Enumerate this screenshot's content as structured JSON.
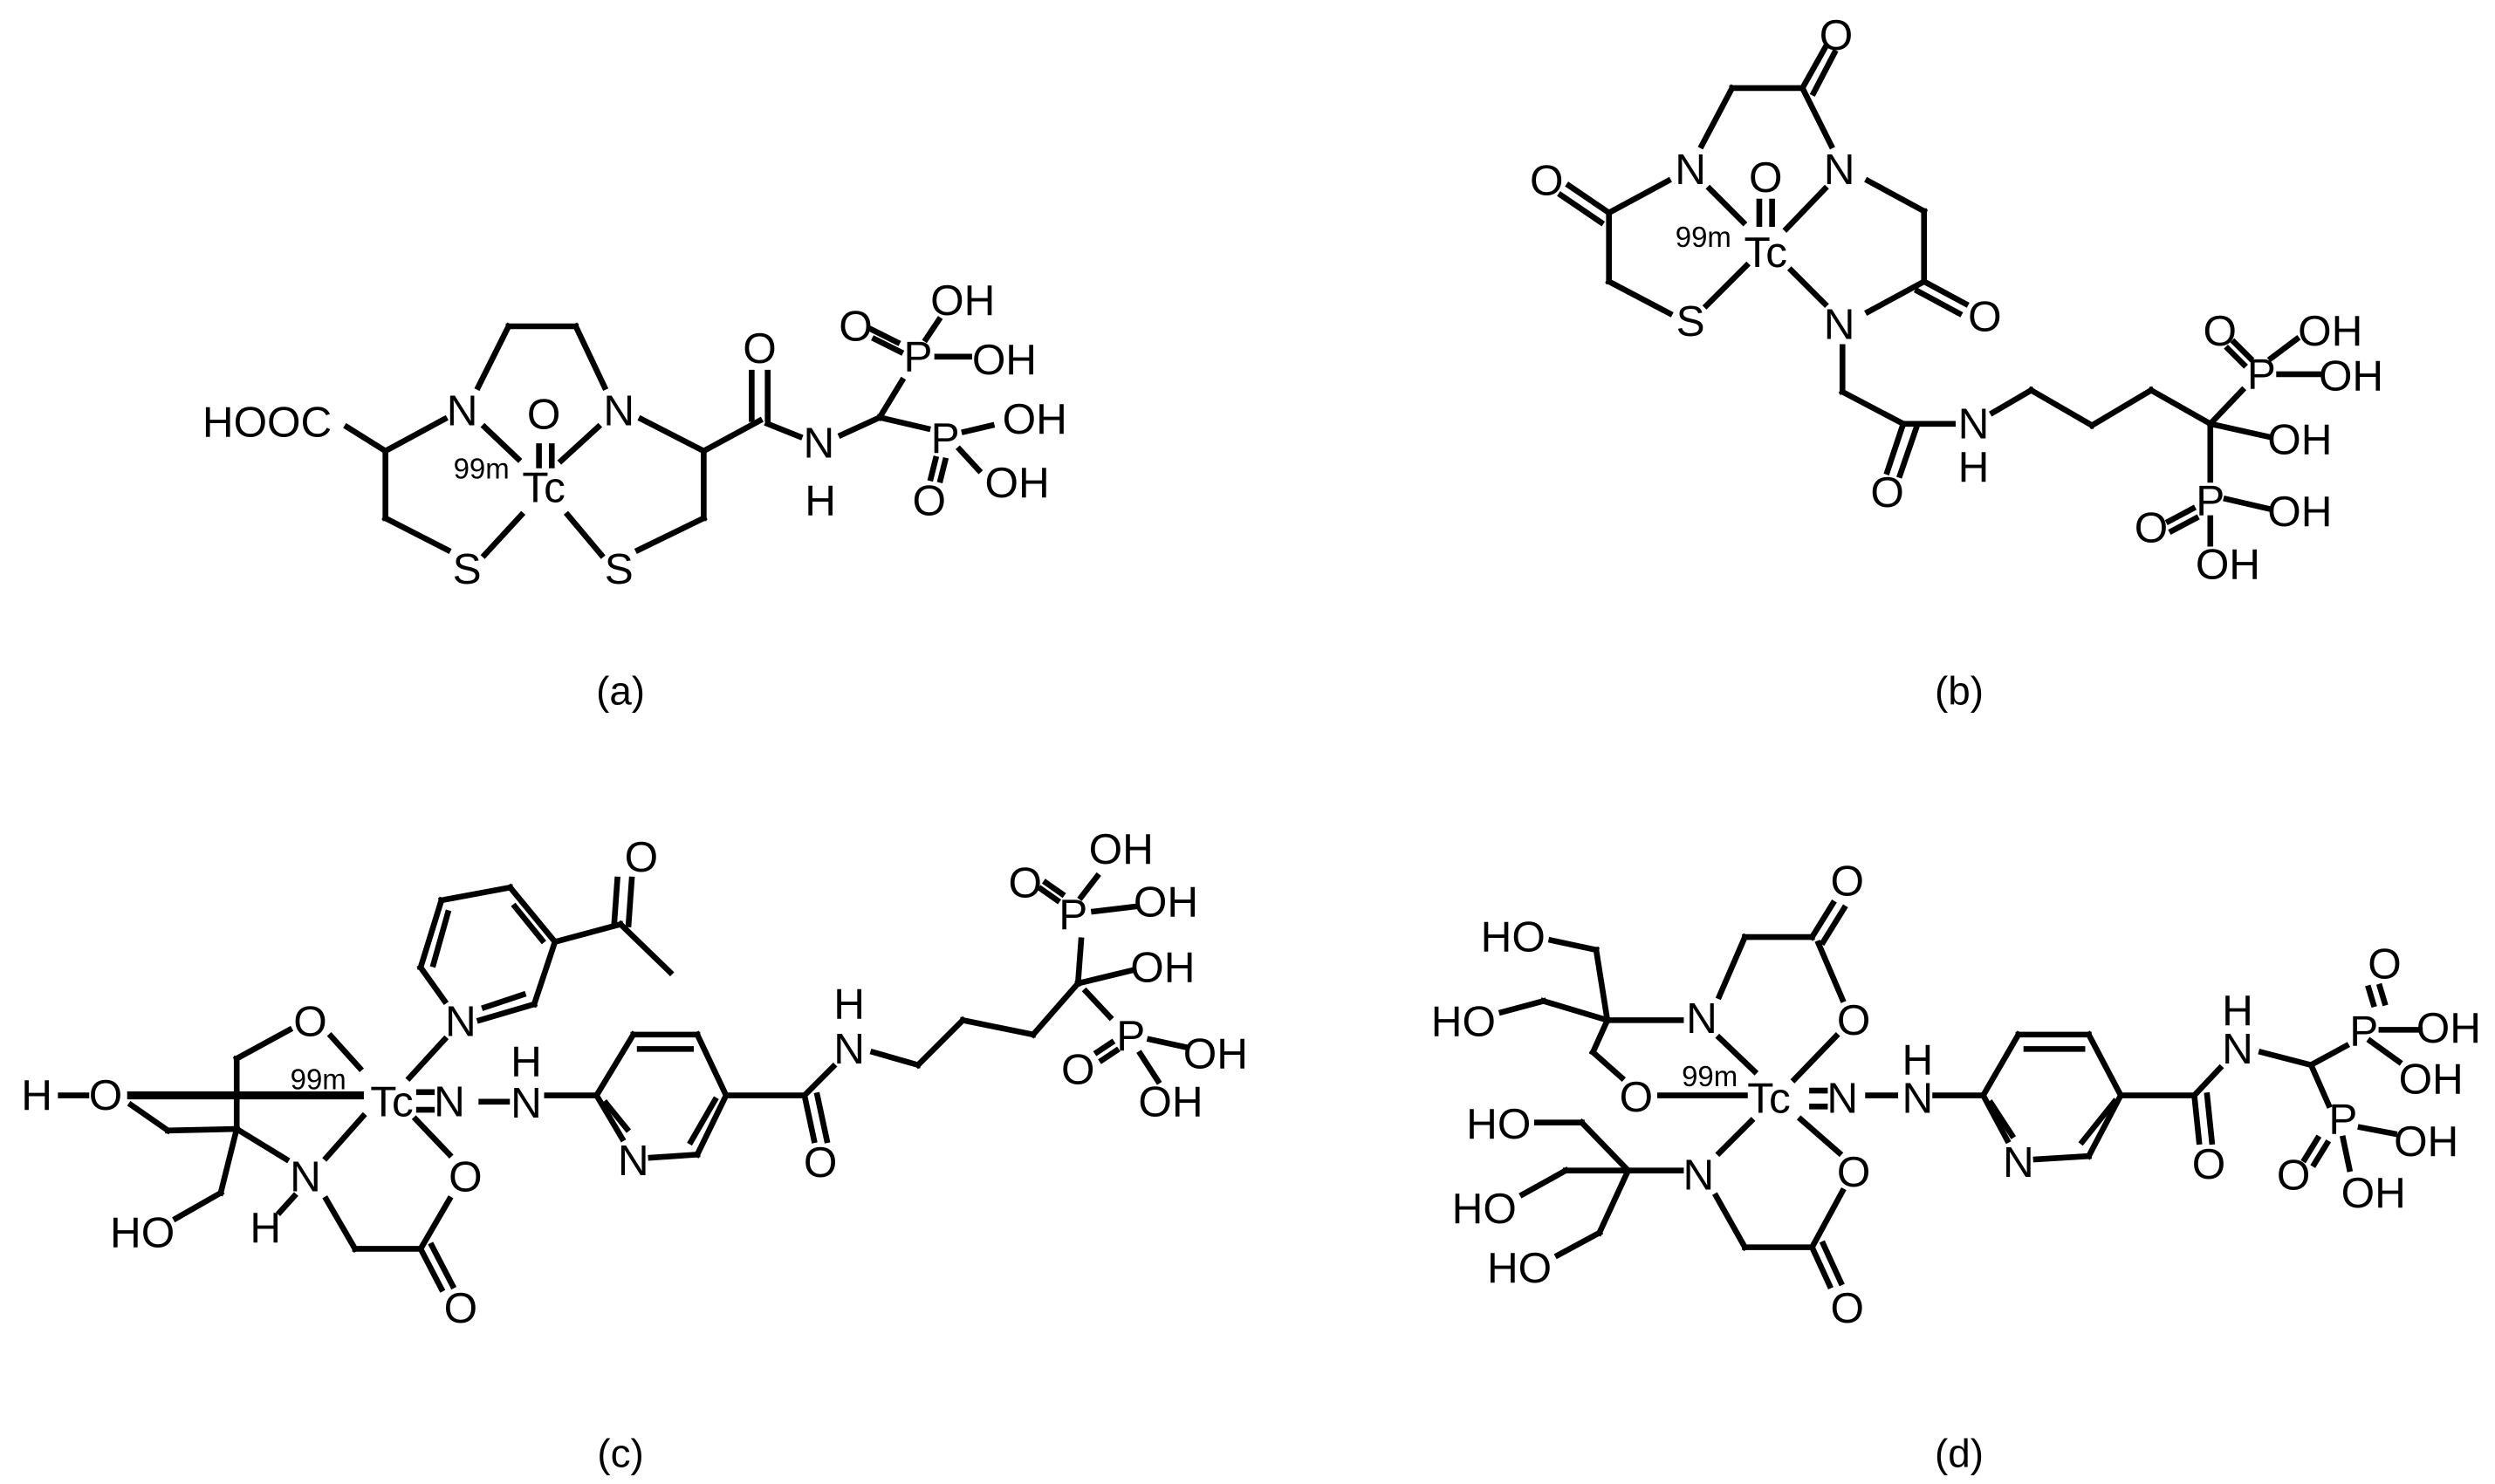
{
  "figure": {
    "panels": [
      {
        "label": "(a)",
        "atoms": [
          "HOOC",
          "N",
          "N",
          "O",
          "Tc",
          "99m",
          "S",
          "S",
          "O",
          "N",
          "H",
          "P",
          "O",
          "OH",
          "OH",
          "P",
          "OH",
          "OH",
          "O"
        ]
      },
      {
        "label": "(b)",
        "atoms": [
          "O",
          "N",
          "N",
          "O",
          "Tc",
          "99m",
          "O",
          "S",
          "N",
          "O",
          "O",
          "N",
          "H",
          "P",
          "O",
          "OH",
          "OH",
          "OH",
          "P",
          "O",
          "OH",
          "OH"
        ]
      },
      {
        "label": "(c)",
        "atoms": [
          "H",
          "O",
          "99m",
          "Tc",
          "N",
          "N",
          "H",
          "N",
          "O",
          "N",
          "H",
          "OH",
          "P",
          "O",
          "OH",
          "OH",
          "P",
          "O",
          "OH",
          "OH",
          "N",
          "O",
          "O",
          "HO",
          "N",
          "H",
          "O",
          "O"
        ]
      },
      {
        "label": "(d)",
        "atoms": [
          "99m",
          "Tc",
          "N",
          "N",
          "H",
          "N",
          "O",
          "N",
          "H",
          "P",
          "O",
          "OH",
          "OH",
          "P",
          "OH",
          "OH",
          "O",
          "N",
          "O",
          "O",
          "HO",
          "HO",
          "O",
          "N",
          "HO",
          "HO",
          "HO",
          "O",
          "O"
        ]
      }
    ]
  }
}
